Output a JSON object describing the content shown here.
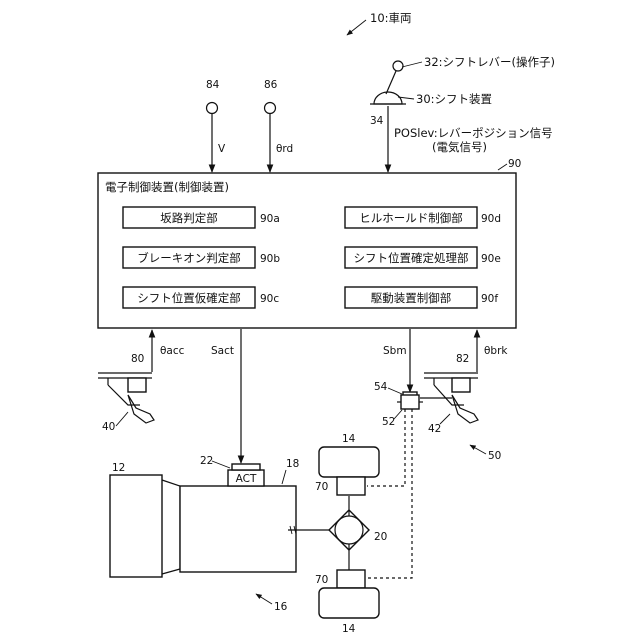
{
  "title": "10:車両",
  "sensors": {
    "s84": {
      "ref": "84",
      "signal": "V"
    },
    "s86": {
      "ref": "86",
      "signal": "θrd"
    }
  },
  "shift": {
    "lever": "32:シフトレバー(操作子)",
    "device": "30:シフト装置",
    "ref34": "34",
    "signal_line1": "POSlev:レバーポジション信号",
    "signal_line2": "(電気信号)"
  },
  "ecu": {
    "title": "電子制御装置(制御装置)",
    "ref": "90",
    "blocks": [
      {
        "label": "坂路判定部",
        "ref": "90a"
      },
      {
        "label": "ブレーキオン判定部",
        "ref": "90b"
      },
      {
        "label": "シフト位置仮確定部",
        "ref": "90c"
      },
      {
        "label": "ヒルホールド制御部",
        "ref": "90d"
      },
      {
        "label": "シフト位置確定処理部",
        "ref": "90e"
      },
      {
        "label": "駆動装置制御部",
        "ref": "90f"
      }
    ]
  },
  "accel": {
    "ref80": "80",
    "ref40": "40",
    "signal": "θacc"
  },
  "act_signal": "Sact",
  "brake": {
    "ref82": "82",
    "ref42": "42",
    "ref50": "50",
    "signal": "θbrk",
    "ref54": "54",
    "ref52": "52",
    "sbm": "Sbm"
  },
  "powertrain": {
    "ref12": "12",
    "ref22": "22",
    "act": "ACT",
    "ref18": "18",
    "ref16": "16",
    "ref20": "20",
    "ref14_top": "14",
    "ref14_bottom": "14",
    "ref70_top": "70",
    "ref70_bottom": "70"
  }
}
